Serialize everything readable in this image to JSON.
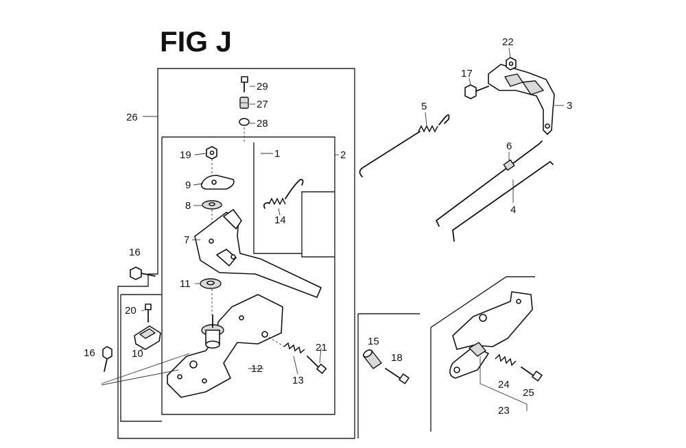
{
  "title": "FIG J",
  "callouts": [
    {
      "id": "p1",
      "label": "1"
    },
    {
      "id": "p2",
      "label": "2"
    },
    {
      "id": "p3",
      "label": "3"
    },
    {
      "id": "p4",
      "label": "4"
    },
    {
      "id": "p5",
      "label": "5"
    },
    {
      "id": "p6",
      "label": "6"
    },
    {
      "id": "p7",
      "label": "7"
    },
    {
      "id": "p8",
      "label": "8"
    },
    {
      "id": "p9",
      "label": "9"
    },
    {
      "id": "p10",
      "label": "10"
    },
    {
      "id": "p11",
      "label": "11"
    },
    {
      "id": "p12",
      "label": "12"
    },
    {
      "id": "p13",
      "label": "13"
    },
    {
      "id": "p14",
      "label": "14"
    },
    {
      "id": "p15",
      "label": "15"
    },
    {
      "id": "p16a",
      "label": "16"
    },
    {
      "id": "p16b",
      "label": "16"
    },
    {
      "id": "p17",
      "label": "17"
    },
    {
      "id": "p18",
      "label": "18"
    },
    {
      "id": "p19",
      "label": "19"
    },
    {
      "id": "p20",
      "label": "20"
    },
    {
      "id": "p21",
      "label": "21"
    },
    {
      "id": "p22",
      "label": "22"
    },
    {
      "id": "p23",
      "label": "23"
    },
    {
      "id": "p24",
      "label": "24"
    },
    {
      "id": "p25",
      "label": "25"
    },
    {
      "id": "p26",
      "label": "26"
    },
    {
      "id": "p27",
      "label": "27"
    },
    {
      "id": "p28",
      "label": "28"
    },
    {
      "id": "p29",
      "label": "29"
    }
  ]
}
